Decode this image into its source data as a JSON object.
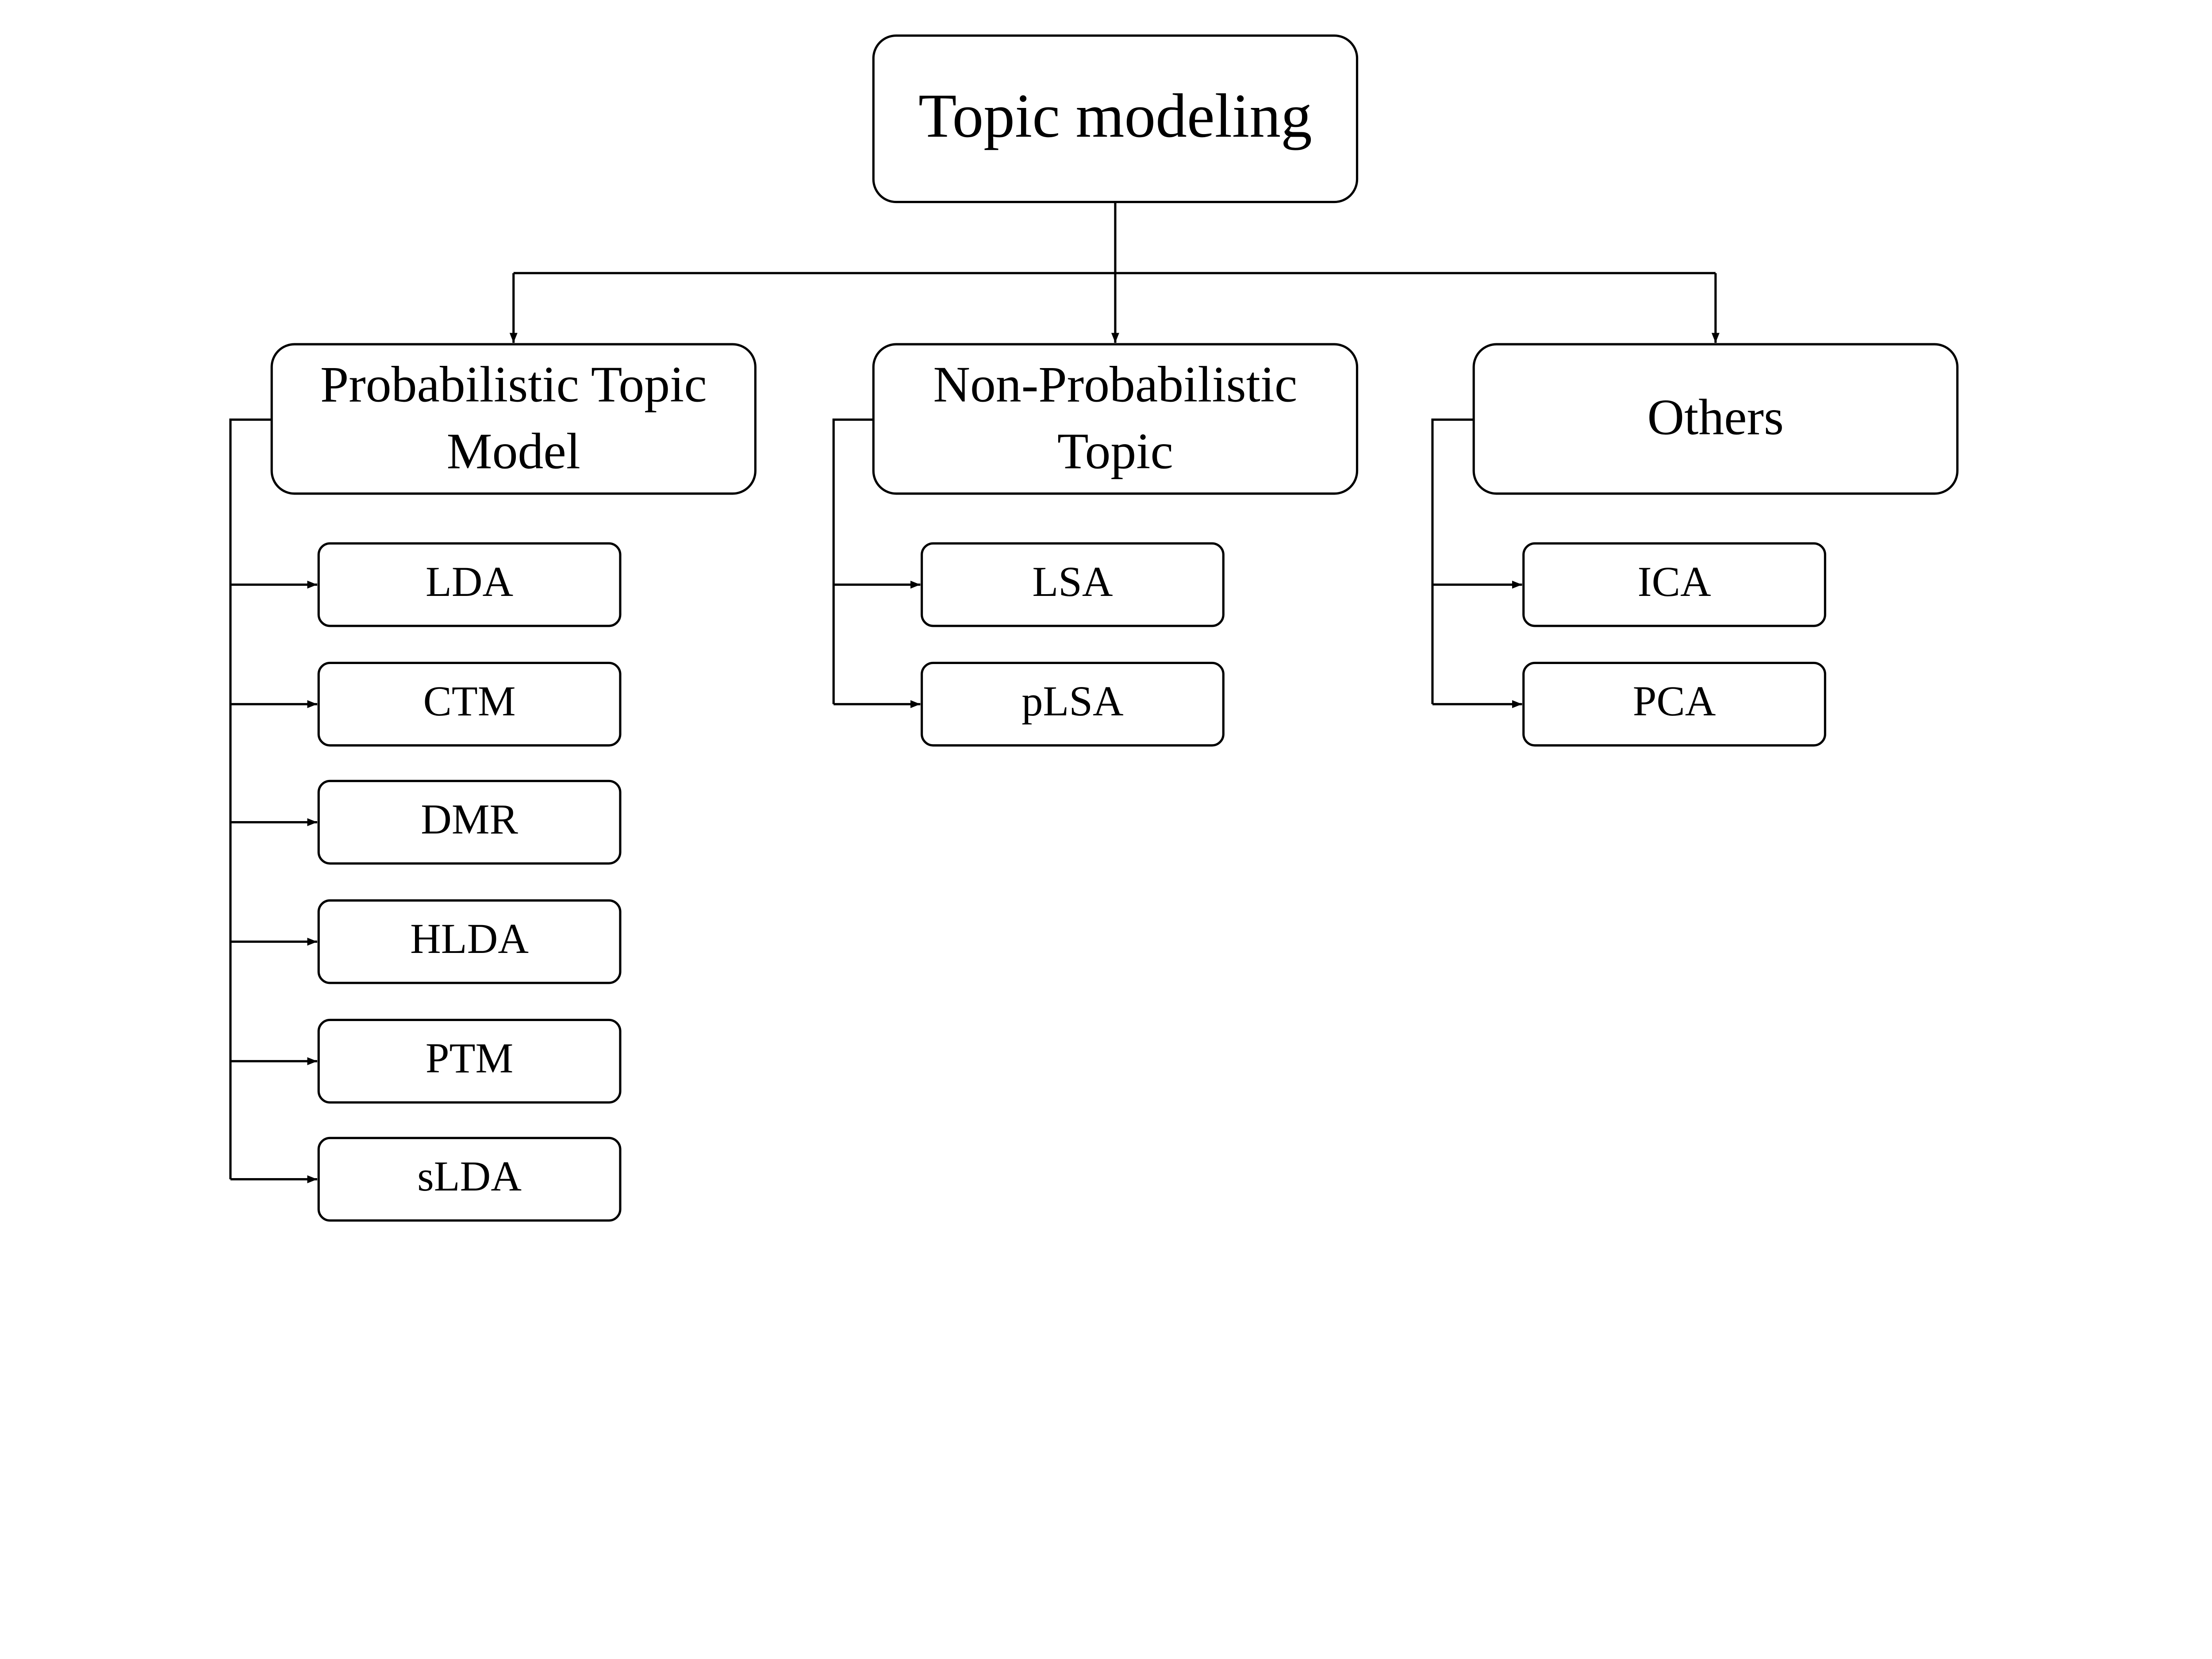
{
  "root": {
    "label": "Topic modeling"
  },
  "categories": [
    {
      "label_lines": [
        "Probabilistic Topic",
        "Model"
      ],
      "children": [
        "LDA",
        "CTM",
        "DMR",
        "HLDA",
        "PTM",
        "sLDA"
      ]
    },
    {
      "label_lines": [
        "Non-Probabilistic",
        "Topic"
      ],
      "children": [
        "LSA",
        "pLSA"
      ]
    },
    {
      "label_lines": [
        "Others"
      ],
      "children": [
        "ICA",
        "PCA"
      ]
    }
  ],
  "colors": {
    "line": "#000000",
    "box_fill": "#ffffff"
  }
}
